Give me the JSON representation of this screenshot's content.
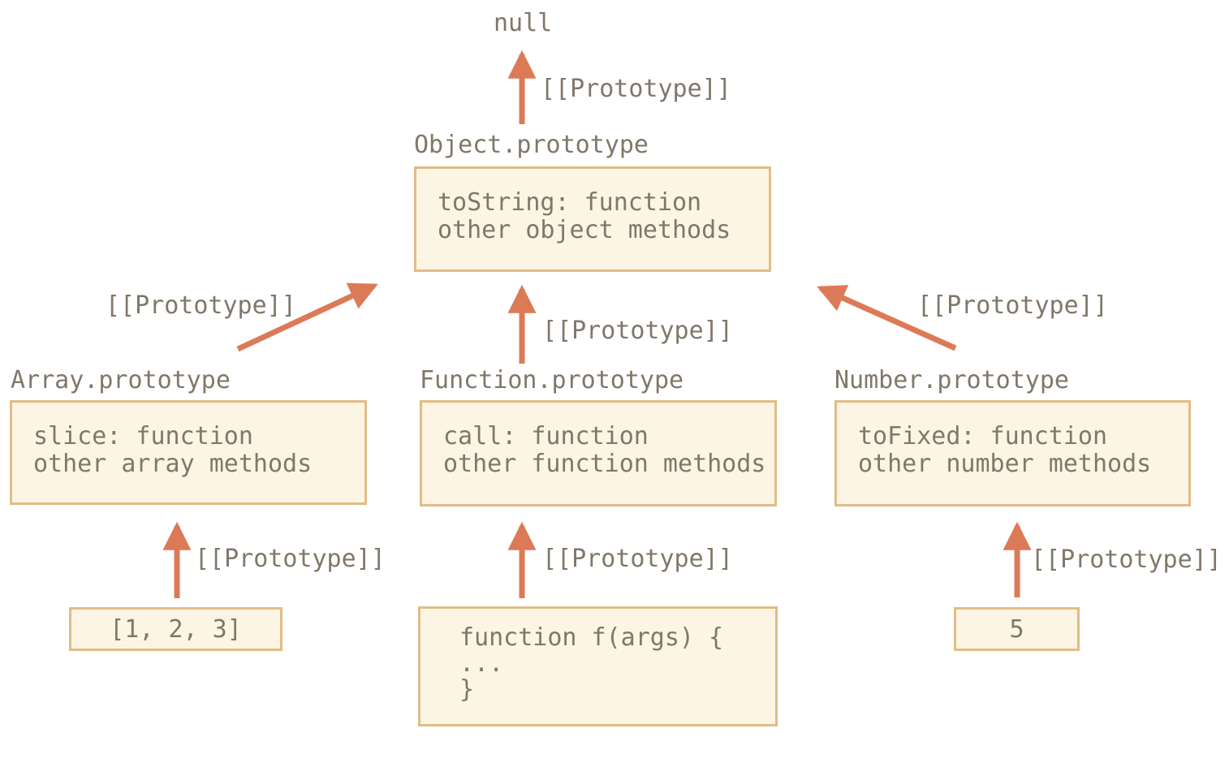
{
  "diagram": {
    "prototype_label": "[[Prototype]]",
    "root": {
      "label": "null"
    },
    "object_prototype": {
      "title": "Object.prototype",
      "lines": [
        "toString: function",
        "other object methods"
      ]
    },
    "array_prototype": {
      "title": "Array.prototype",
      "lines": [
        "slice: function",
        "other array methods"
      ]
    },
    "function_prototype": {
      "title": "Function.prototype",
      "lines": [
        "call: function",
        "other function methods"
      ]
    },
    "number_prototype": {
      "title": "Number.prototype",
      "lines": [
        "toFixed: function",
        "other number methods"
      ]
    },
    "array_instance": {
      "label": "[1, 2, 3]"
    },
    "function_instance": {
      "lines": [
        "function f(args) {",
        "...",
        "}"
      ]
    },
    "number_instance": {
      "label": "5"
    },
    "colors": {
      "arrow": "#dc7a58",
      "box_border": "#e0bd87",
      "box_fill": "#fcf5e3",
      "text": "#80776a",
      "background": "#ffffff"
    }
  }
}
